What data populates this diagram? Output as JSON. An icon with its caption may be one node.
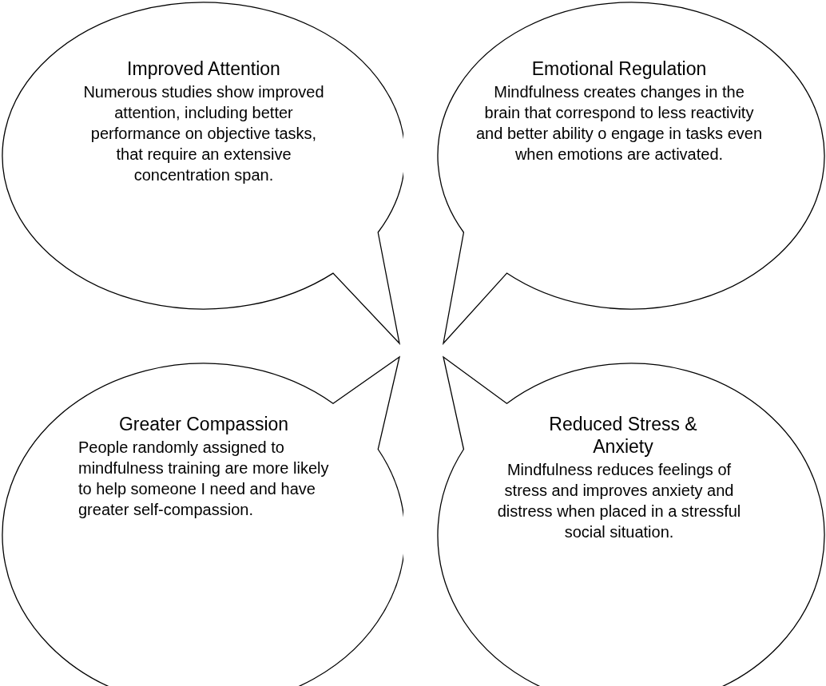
{
  "diagram": {
    "nodes": [
      {
        "text": [
          "Improved Attention",
          "Numerous studies show improved attention, including better performance on objective tasks, that require an extensive concentration span."
        ]
      },
      {
        "text": [
          "Emotional Regulation",
          "Mindfulness creates changes in the brain that correspond to less reactivity and better ability o engage in tasks even when emotions are activated."
        ]
      },
      {
        "text": [
          "Greater Compassion",
          "People randomly assigned to mindfulness training are more likely to help someone I need and have greater self-compassion."
        ]
      },
      {
        "text": [
          "Reduced Stress & Anxiety",
          "Mindfulness reduces feelings of stress and improves anxiety and distress when placed in a stressful social situation."
        ]
      }
    ]
  }
}
